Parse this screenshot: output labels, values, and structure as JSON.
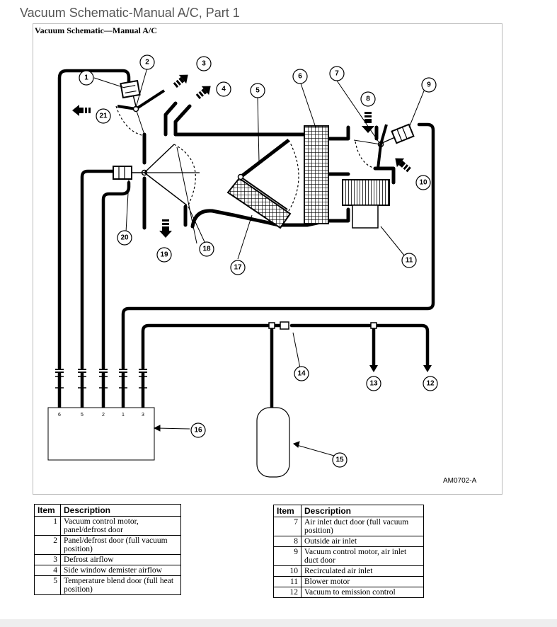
{
  "page": {
    "title": "Vacuum Schematic-Manual A/C, Part 1"
  },
  "figure": {
    "title": "Vacuum Schematic—Manual A/C",
    "code": "AM0702-A",
    "callouts": [
      "1",
      "2",
      "3",
      "4",
      "5",
      "6",
      "7",
      "8",
      "9",
      "10",
      "11",
      "12",
      "13",
      "14",
      "15",
      "16",
      "17",
      "18",
      "19",
      "20",
      "21"
    ],
    "connector_pins": [
      "6",
      "5",
      "2",
      "1",
      "3"
    ]
  },
  "legend": {
    "left": {
      "headers": [
        "Item",
        "Description"
      ],
      "rows": [
        {
          "item": "1",
          "desc": "Vacuum control motor, panel/defrost door"
        },
        {
          "item": "2",
          "desc": "Panel/defrost door (full vacuum position)"
        },
        {
          "item": "3",
          "desc": "Defrost airflow"
        },
        {
          "item": "4",
          "desc": "Side window demister airflow"
        },
        {
          "item": "5",
          "desc": "Temperature blend door (full heat position)"
        }
      ]
    },
    "right": {
      "headers": [
        "Item",
        "Description"
      ],
      "rows": [
        {
          "item": "7",
          "desc": "Air inlet duct door (full vacuum position)"
        },
        {
          "item": "8",
          "desc": "Outside air inlet"
        },
        {
          "item": "9",
          "desc": "Vacuum control motor, air inlet duct door"
        },
        {
          "item": "10",
          "desc": "Recirculated air inlet"
        },
        {
          "item": "11",
          "desc": "Blower motor"
        },
        {
          "item": "12",
          "desc": "Vacuum to emission control"
        }
      ]
    }
  }
}
